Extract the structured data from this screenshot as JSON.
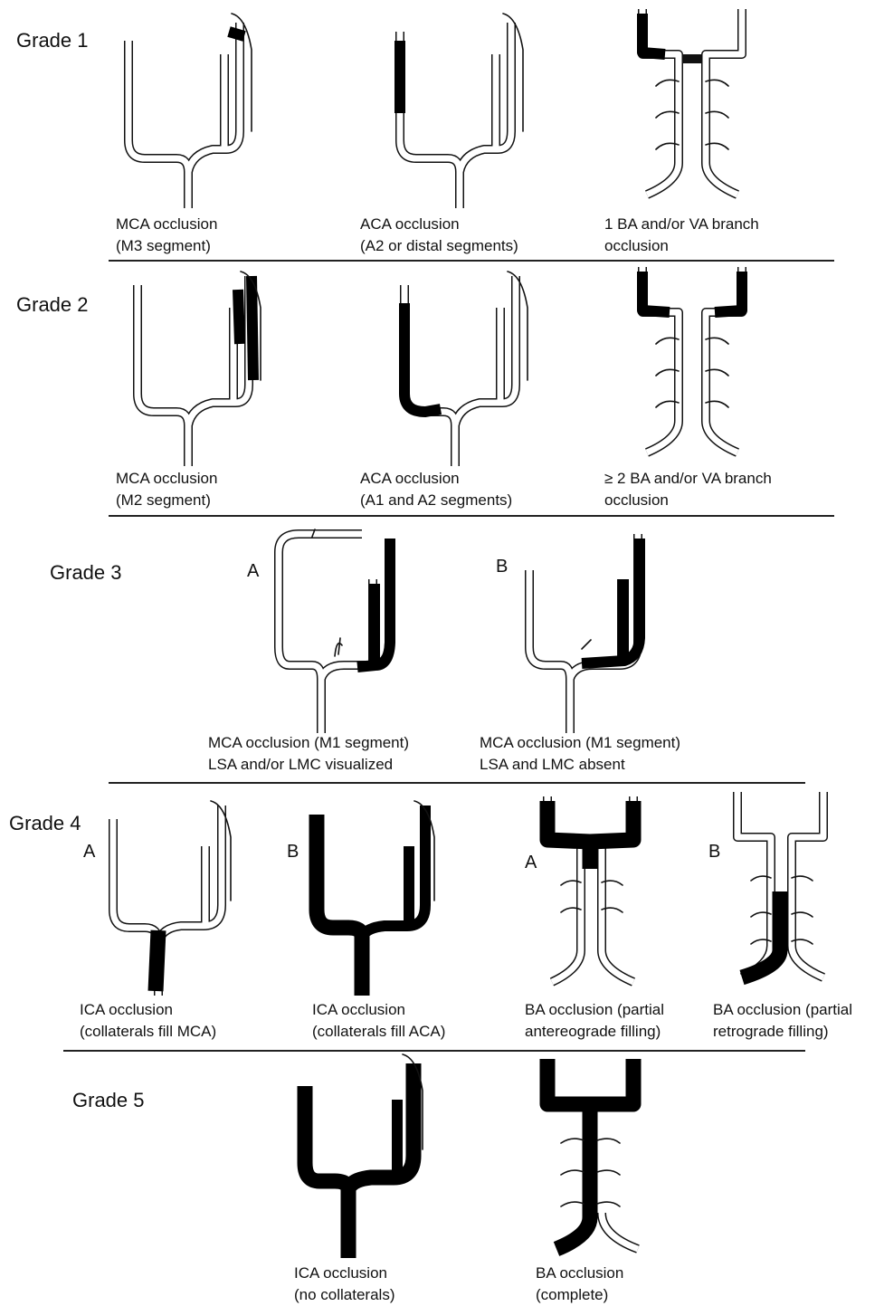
{
  "grades": [
    {
      "label": "Grade 1"
    },
    {
      "label": "Grade 2"
    },
    {
      "label": "Grade 3"
    },
    {
      "label": "Grade 4"
    },
    {
      "label": "Grade 5"
    }
  ],
  "panel_letters": {
    "g3a": "A",
    "g3b": "B",
    "g4a": "A",
    "g4b": "B",
    "g4c": "A",
    "g4d": "B"
  },
  "captions": {
    "g1_mca": [
      "MCA occlusion",
      "(M3 segment)"
    ],
    "g1_aca": [
      "ACA occlusion",
      "(A2 or distal segments)"
    ],
    "g1_ba": [
      "1 BA and/or VA branch",
      "occlusion"
    ],
    "g2_mca": [
      "MCA occlusion",
      "(M2 segment)"
    ],
    "g2_aca": [
      "ACA occlusion",
      "(A1 and A2 segments)"
    ],
    "g2_ba": [
      "≥ 2 BA and/or VA branch",
      "occlusion"
    ],
    "g3_a": [
      "MCA occlusion (M1 segment)",
      "LSA and/or LMC visualized"
    ],
    "g3_b": [
      "MCA occlusion (M1 segment)",
      "LSA and LMC absent"
    ],
    "g4_ica_mca": [
      "ICA occlusion",
      "(collaterals fill MCA)"
    ],
    "g4_ica_aca": [
      "ICA occlusion",
      "(collaterals fill ACA)"
    ],
    "g4_ba_ante": [
      "BA occlusion (partial",
      "antereograde filling)"
    ],
    "g4_ba_retro": [
      "BA occlusion (partial",
      "retrograde filling)"
    ],
    "g5_ica": [
      "ICA occlusion",
      "(no collaterals)"
    ],
    "g5_ba": [
      "BA occlusion",
      "(complete)"
    ]
  }
}
